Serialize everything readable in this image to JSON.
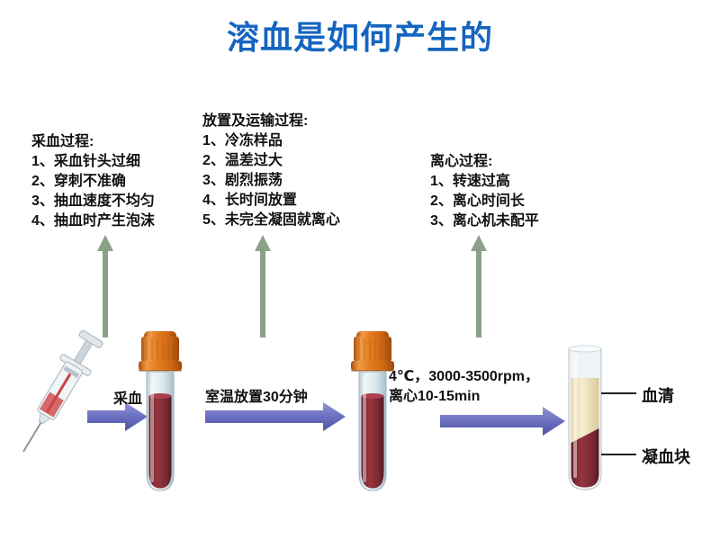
{
  "title": "溶血是如何产生的",
  "cause_lists": {
    "collection": {
      "heading": "采血过程:",
      "items": [
        "1、采血针头过细",
        "2、穿刺不准确",
        "3、抽血速度不均匀",
        "4、抽血时产生泡沫"
      ]
    },
    "transport": {
      "heading": "放置及运输过程:",
      "items": [
        "1、冷冻样品",
        "2、温差过大",
        "3、剧烈振荡",
        "4、长时间放置",
        "5、未完全凝固就离心"
      ]
    },
    "centrifuge": {
      "heading": "离心过程:",
      "items": [
        "1、转速过高",
        "2、离心时间长",
        "3、离心机未配平"
      ]
    }
  },
  "flow": {
    "step1_label": "采血",
    "step2_label": "室温放置30分钟",
    "step3_label_line1": "4℃，3000-3500rpm，",
    "step3_label_line2": "离心10-15min"
  },
  "result": {
    "serum_label": "血清",
    "clot_label": "凝血块"
  },
  "colors": {
    "title": "#1565c0",
    "up_arrow": "#8ca189",
    "flow_arrow_light": "#9196d8",
    "flow_arrow_dark": "#4f549f",
    "cap_orange": "#e2761b",
    "blood": "#8c2e38",
    "serum": "#f3e8c0"
  }
}
